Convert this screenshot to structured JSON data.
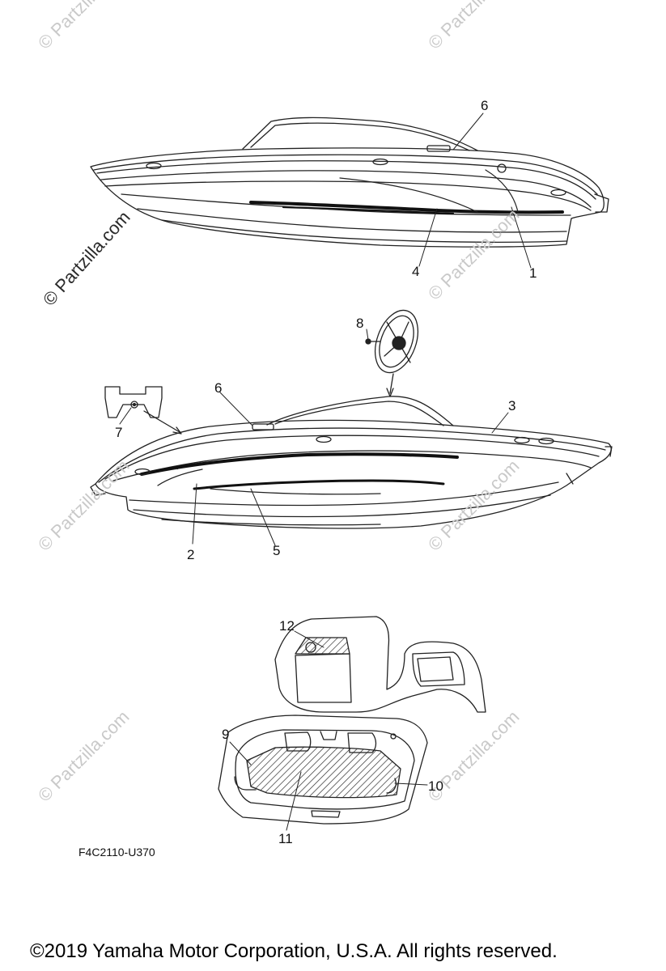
{
  "watermark": "© Partzilla.com",
  "callouts": {
    "c1": "1",
    "c2": "2",
    "c3": "3",
    "c4": "4",
    "c5": "5",
    "c6a": "6",
    "c6b": "6",
    "c7": "7",
    "c8": "8",
    "c9": "9",
    "c10": "10",
    "c11": "11",
    "c12": "12"
  },
  "figure_code": "F4C2110-U370",
  "copyright": "©2019  Yamaha Motor Corporation, U.S.A. All rights reserved.",
  "colors": {
    "line": "#222222",
    "stripe": "#111111",
    "watermark": "#c9c9c9"
  }
}
